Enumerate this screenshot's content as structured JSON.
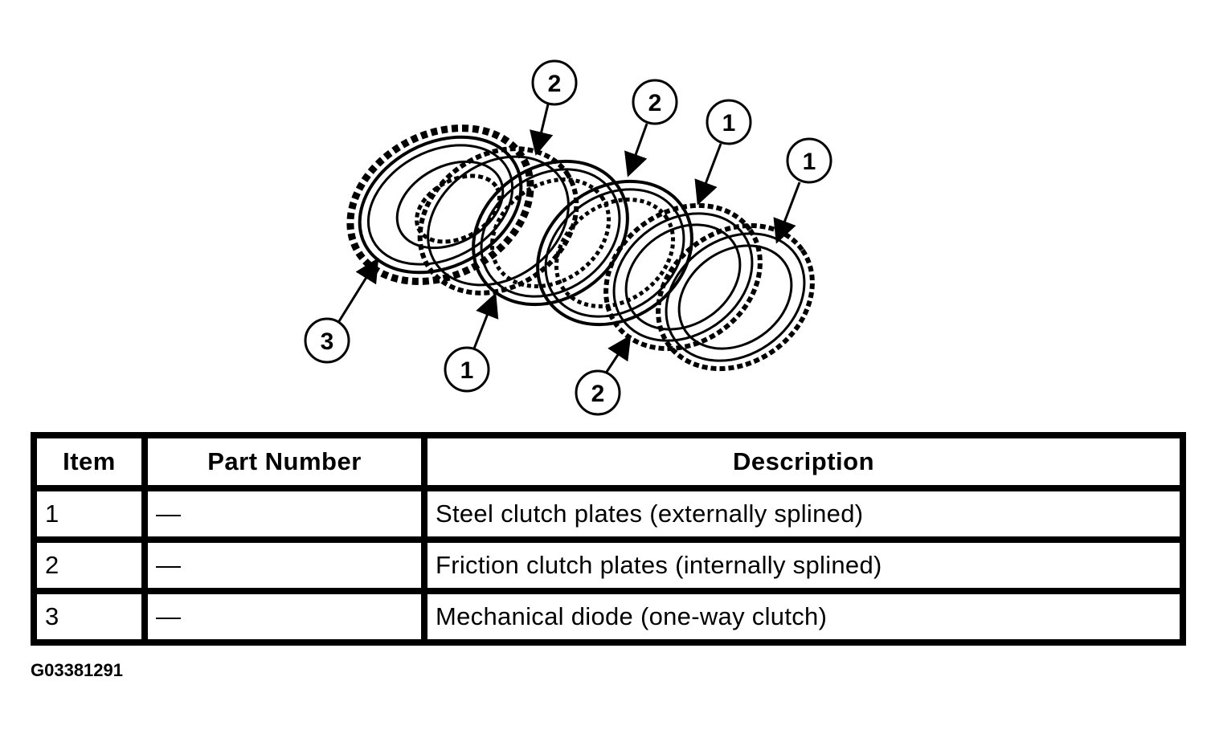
{
  "diagram": {
    "callouts": [
      {
        "label": "2"
      },
      {
        "label": "2"
      },
      {
        "label": "1"
      },
      {
        "label": "1"
      },
      {
        "label": "3"
      },
      {
        "label": "1"
      },
      {
        "label": "2"
      }
    ]
  },
  "table": {
    "headers": [
      "Item",
      "Part Number",
      "Description"
    ],
    "rows": [
      {
        "item": "1",
        "part_number": "—",
        "description": "Steel clutch plates (externally splined)"
      },
      {
        "item": "2",
        "part_number": "—",
        "description": "Friction clutch plates (internally splined)"
      },
      {
        "item": "3",
        "part_number": "—",
        "description": "Mechanical diode (one-way clutch)"
      }
    ]
  },
  "figure_id": "G03381291"
}
